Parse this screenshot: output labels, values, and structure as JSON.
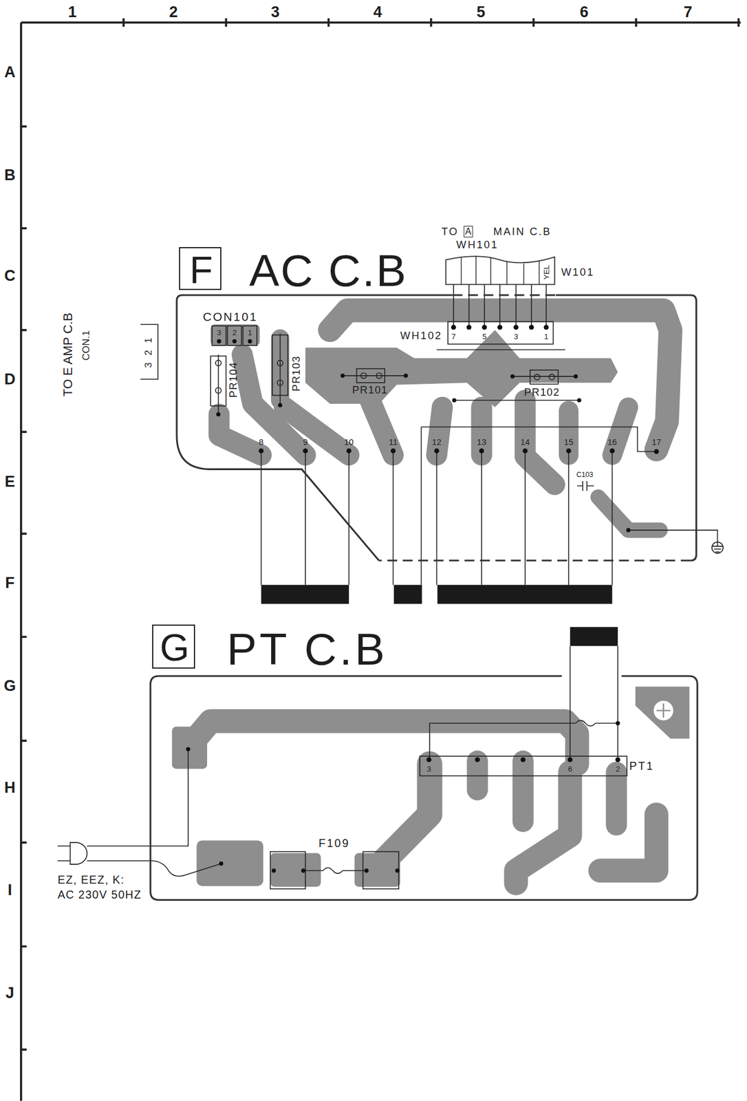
{
  "diagram": {
    "nodes": [
      {
        "text": [
          "F"
        ]
      },
      {
        "text": [
          "AC C.B"
        ]
      },
      {
        "text": [
          "WH101",
          "YEL"
        ]
      },
      {
        "text": [
          "G"
        ]
      },
      {
        "text": [
          "PT C.B"
        ]
      }
    ],
    "edges": [
      {
        "from": 2,
        "to": 1,
        "arrow": "none"
      }
    ],
    "labels": [
      "1",
      "2",
      "3",
      "4",
      "5",
      "6",
      "7",
      "A",
      "B",
      "C",
      "D",
      "E",
      "F",
      "G",
      "H",
      "I",
      "J",
      "TO",
      "A",
      "MAIN C.B",
      "W101",
      "CON101",
      "3",
      "2",
      "1",
      "PR104",
      "PR103",
      "WH102",
      "7",
      "5",
      "3",
      "1",
      "PR101",
      "PR102",
      "8",
      "9",
      "10",
      "11",
      "12",
      "13",
      "14",
      "15",
      "16",
      "17",
      "C103",
      "TO E AMP C.B",
      "CON.1",
      "3 2 1",
      "F109",
      "3",
      "6",
      "2",
      "PT1",
      "EZ, EEZ, K:",
      "AC 230V 50HZ"
    ]
  }
}
